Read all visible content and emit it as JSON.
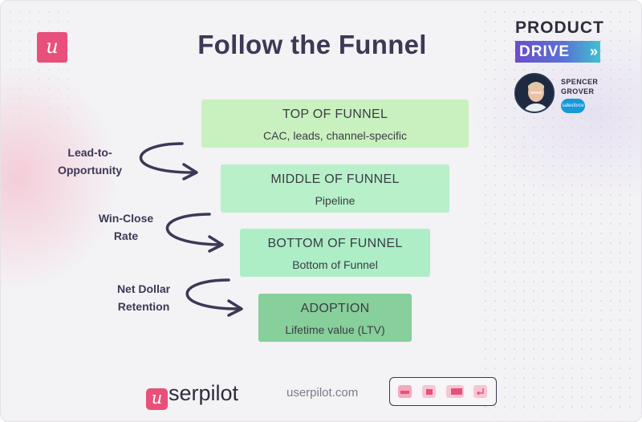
{
  "title": "Follow the Funnel",
  "badge": {
    "line1": "PRODUCT",
    "line2": "DRIVE",
    "chevrons": "»",
    "speaker_first": "SPENCER",
    "speaker_last": "GROVER",
    "company": "salesforce"
  },
  "stages": [
    {
      "name": "TOP OF FUNNEL",
      "desc": "CAC, leads, channel-specific",
      "color": "#c9f1bf"
    },
    {
      "name": "MIDDLE OF FUNNEL",
      "desc": "Pipeline",
      "color": "#b8f0c9"
    },
    {
      "name": "BOTTOM OF FUNNEL",
      "desc": "Bottom of Funnel",
      "color": "#adeec7"
    },
    {
      "name": "ADOPTION",
      "desc": "Lifetime value (LTV)",
      "color": "#87cf9b"
    }
  ],
  "conversions": [
    {
      "line1": "Lead-to-",
      "line2": "Opportunity"
    },
    {
      "line1": "Win-Close",
      "line2": "Rate"
    },
    {
      "line1": "Net Dollar",
      "line2": "Retention"
    }
  ],
  "footer": {
    "brand_initial": "u",
    "brand_rest": "serpilot",
    "url": "userpilot.com"
  },
  "colors": {
    "brand_pink": "#e8507a",
    "title": "#3c3956"
  }
}
